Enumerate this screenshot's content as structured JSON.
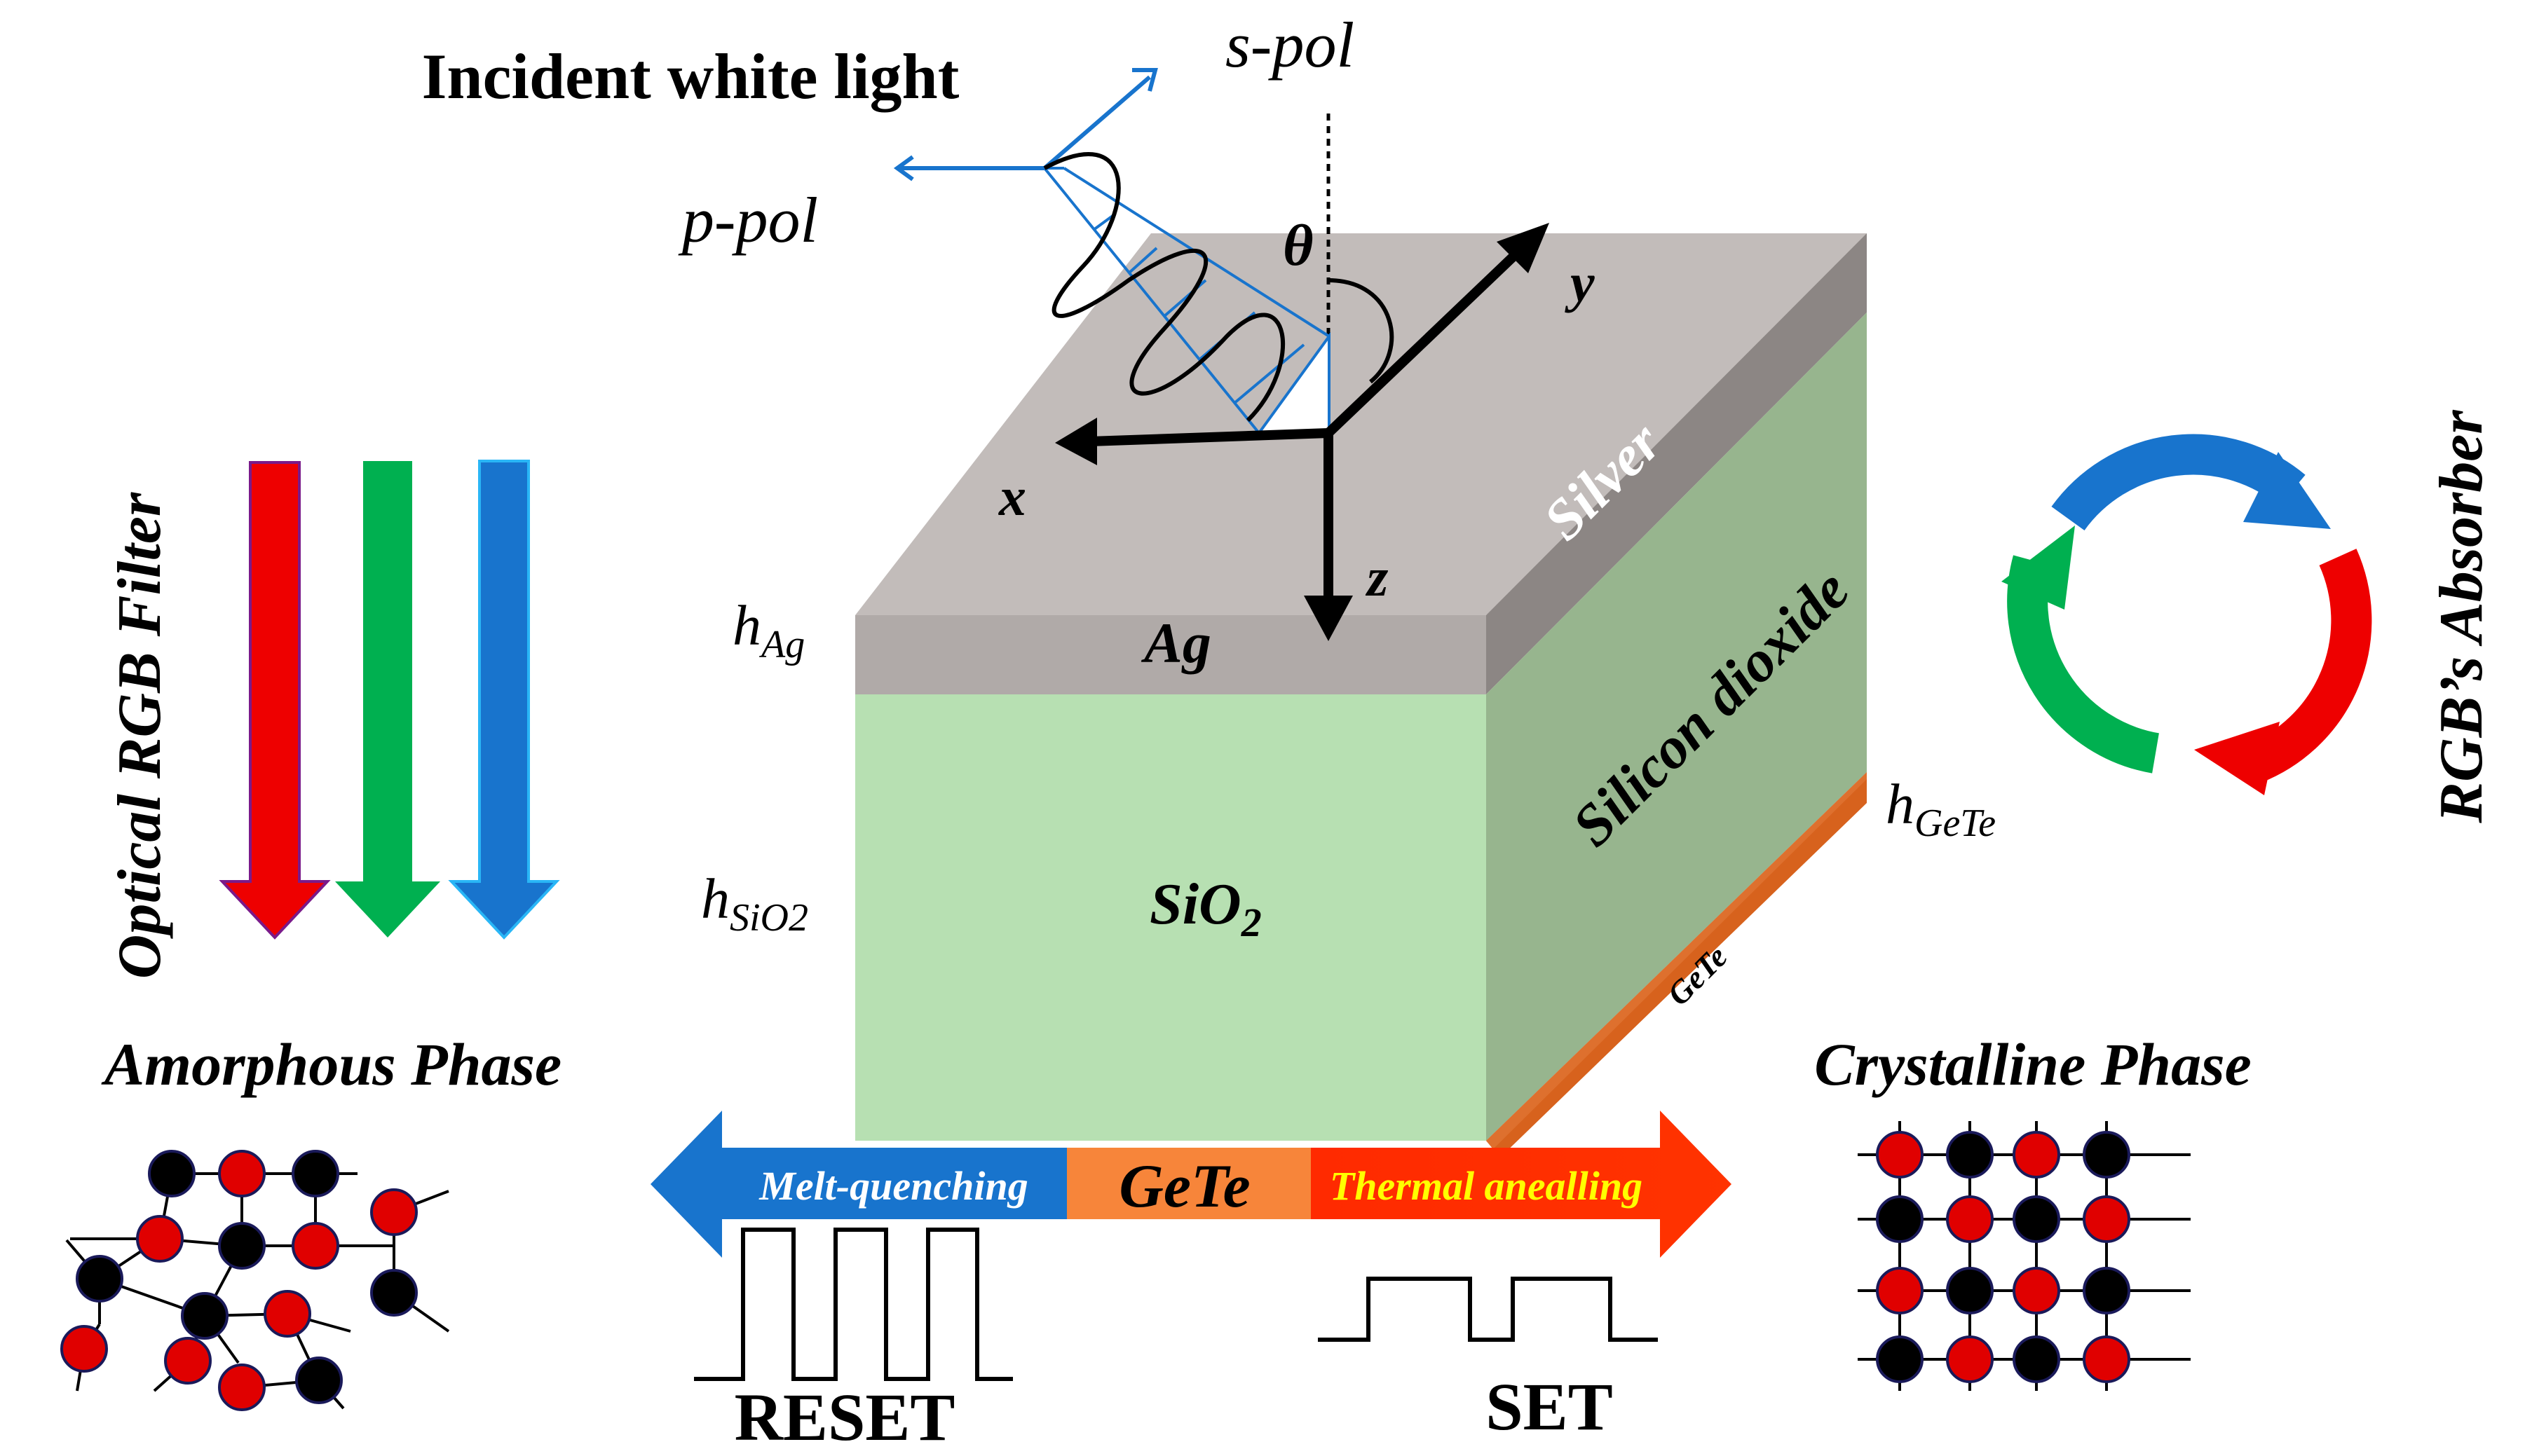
{
  "light": {
    "title": "Incident white light",
    "s_pol": "s-pol",
    "p_pol": "p-pol",
    "theta": "θ"
  },
  "axes": {
    "x": "x",
    "y": "y",
    "z": "z"
  },
  "layers": {
    "silver_label": "Silver",
    "ag_label": "Ag",
    "sio2_label": "SiO",
    "sio2_sub": "2",
    "silicon_dioxide_label": "Silicon dioxide",
    "gete_side_label": "GeTe",
    "h_ag": "h",
    "h_ag_sub": "Ag",
    "h_sio2": "h",
    "h_sio2_sub": "SiO2",
    "h_gete": "h",
    "h_gete_sub": "GeTe"
  },
  "left_panel": {
    "filter_title": "Optical RGB Filter",
    "amorphous_title": "Amorphous Phase"
  },
  "right_panel": {
    "absorber_title": "RGB’s Absorber",
    "crystalline_title": "Crystalline Phase"
  },
  "process": {
    "melt_quenching": "Melt-quenching",
    "gete_center": "GeTe",
    "thermal_annealing": "Thermal anealling",
    "reset": "RESET",
    "set": "SET"
  },
  "colors": {
    "red": "#ee0000",
    "green": "#00b050",
    "blue": "#1874cd",
    "silver_top": "#c2bcba",
    "silver_front": "#b0aaa8",
    "silver_side": "#8c8684",
    "sio2_front": "#b7e0b2",
    "sio2_side": "#97b58e",
    "gete": "#d7621d",
    "gete_arrow": "#f7853a",
    "annealing_text": "#ffff00"
  }
}
